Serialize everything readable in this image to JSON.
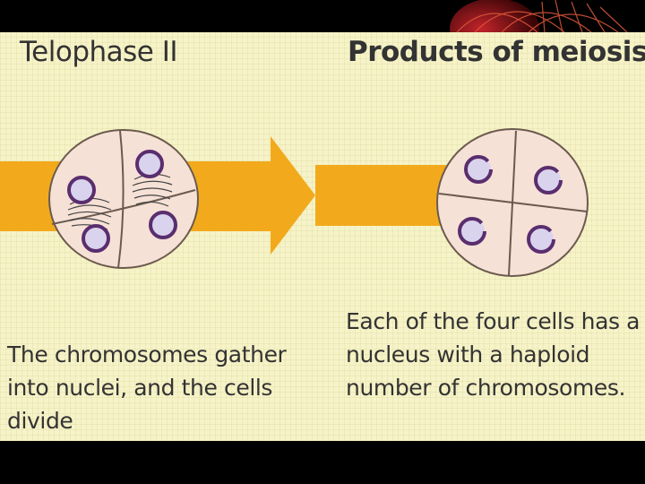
{
  "left_stage": {
    "title": "Telophase II",
    "caption": "The chromosomes gather into nuclei, and the cells divide"
  },
  "right_stage": {
    "title": "Products of meiosis",
    "caption": "Each of the four cells has a nucleus with a haploid number of chromosomes."
  },
  "colors": {
    "background": "#f6f3c8",
    "arrow": "#f2aa1c",
    "cell_fill": "#f6e1d6",
    "nucleus_fill": "#d9d3ee",
    "nucleus_outline": "#5a2e6e",
    "slide_frame": "#000000"
  }
}
